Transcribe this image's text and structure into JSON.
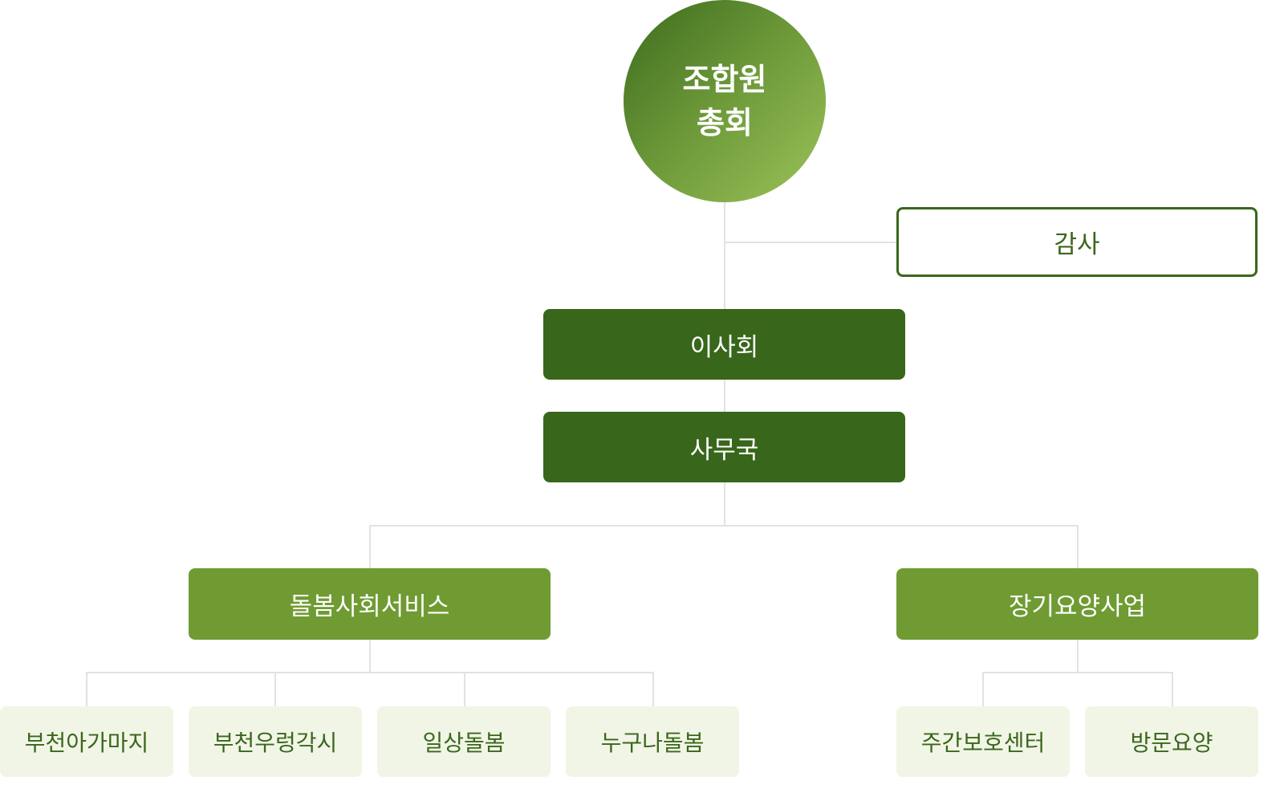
{
  "org": {
    "top": {
      "line1": "조합원",
      "line2": "총회"
    },
    "audit": "감사",
    "board": "이사회",
    "secretariat": "사무국",
    "divisions": [
      {
        "label": "돌봄사회서비스",
        "units": [
          "부천아가마지",
          "부천우렁각시",
          "일상돌봄",
          "누구나돌봄"
        ]
      },
      {
        "label": "장기요양사업",
        "units": [
          "주간보호센터",
          "방문요양"
        ]
      }
    ]
  },
  "colors": {
    "dark_green": "#38661a",
    "mid_green": "#6f9b32",
    "light_green_bg": "#f1f5e6",
    "connector": "#e2e2e2"
  }
}
